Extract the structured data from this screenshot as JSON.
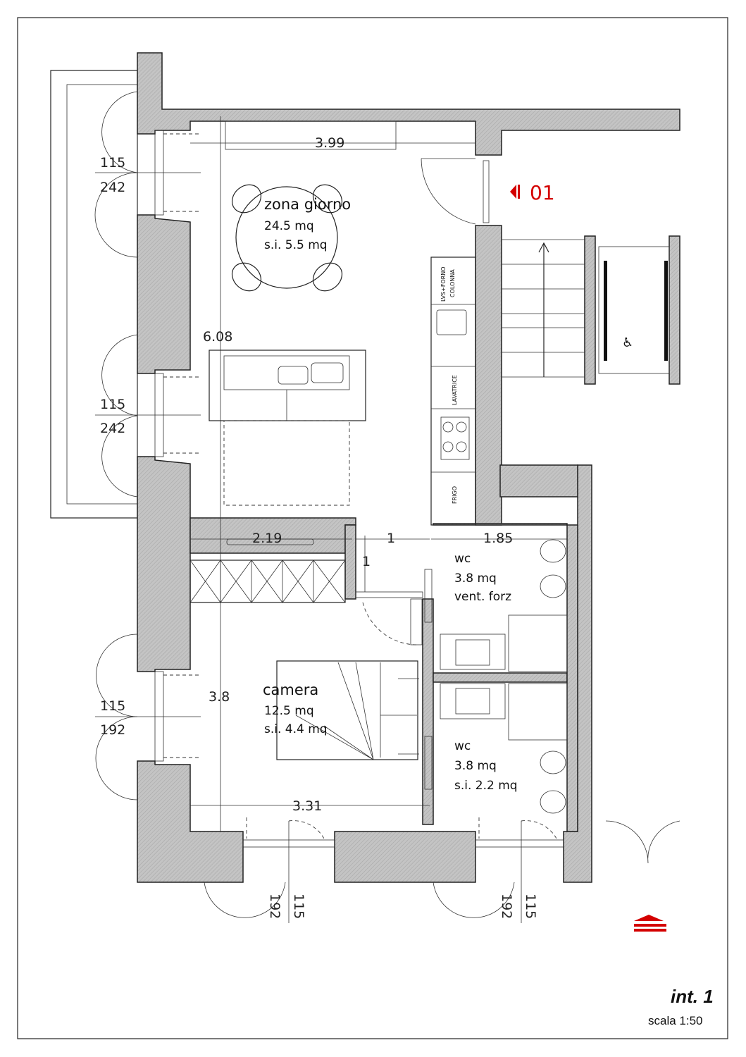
{
  "plan": {
    "title": "int. 1",
    "scale": "scala 1:50",
    "entry_marker": "01",
    "accent_color": "#d40000",
    "wall_color": "#bdbdbd"
  },
  "rooms": {
    "living": {
      "name": "zona giorno",
      "area": "24.5 mq",
      "si": "s.i. 5.5 mq"
    },
    "bedroom": {
      "name": "camera",
      "area": "12.5 mq",
      "si": "s.i. 4.4 mq"
    },
    "wc1": {
      "name": "wc",
      "area": "3.8 mq",
      "note": "vent. forz"
    },
    "wc2": {
      "name": "wc",
      "area": "3.8 mq",
      "si": "s.i. 2.2 mq"
    }
  },
  "kitchen": {
    "column": [
      "LVS+FORNO",
      "COLONNA"
    ],
    "washer": "LAVATRICE",
    "fridge": "FRIGO"
  },
  "dimensions": {
    "living_width": "3.99",
    "living_depth": "6.08",
    "hall_width": "2.19",
    "corridor_1": "1",
    "corridor_2": "1",
    "wc_width": "1.85",
    "bedroom_depth": "3.8",
    "bedroom_width": "3.31"
  },
  "windows": [
    {
      "h": "115",
      "w": "242"
    },
    {
      "h": "115",
      "w": "242"
    },
    {
      "h": "115",
      "w": "192"
    },
    {
      "h": "115",
      "w": "192"
    },
    {
      "h": "115",
      "w": "192"
    }
  ]
}
